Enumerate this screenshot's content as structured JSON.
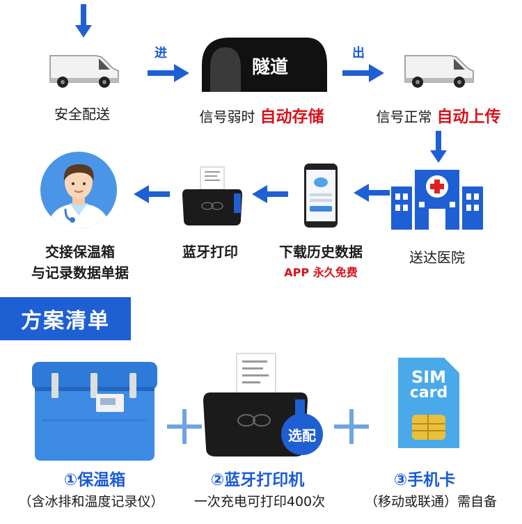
{
  "flow": {
    "step1": "安全配送",
    "enter": "进",
    "tunnel": "隧道",
    "exit": "出",
    "step2_prefix": "信号弱时",
    "step2_highlight": "自动存储",
    "step3_prefix": "信号正常",
    "step3_highlight": "自动上传",
    "hospital": "送达医院",
    "download": "下载历史数据",
    "app_free": "APP 永久免费",
    "bt_print": "蓝牙打印",
    "handover_line1": "交接保温箱",
    "handover_line2": "与记录数据单据"
  },
  "section_title": "方案清单",
  "products": [
    {
      "title": "①保温箱",
      "subtitle": "（含冰排和温度记录仪）"
    },
    {
      "title": "②蓝牙打印机",
      "subtitle": "一次充电可打印400次",
      "badge": "选配"
    },
    {
      "title": "③手机卡",
      "subtitle": "（移动或联通）需自备"
    }
  ],
  "sim": {
    "line1": "SIM",
    "line2": "card"
  },
  "colors": {
    "brand_blue": "#1f5fd4",
    "highlight_red": "#d8121a",
    "text": "#1a1a1a"
  }
}
